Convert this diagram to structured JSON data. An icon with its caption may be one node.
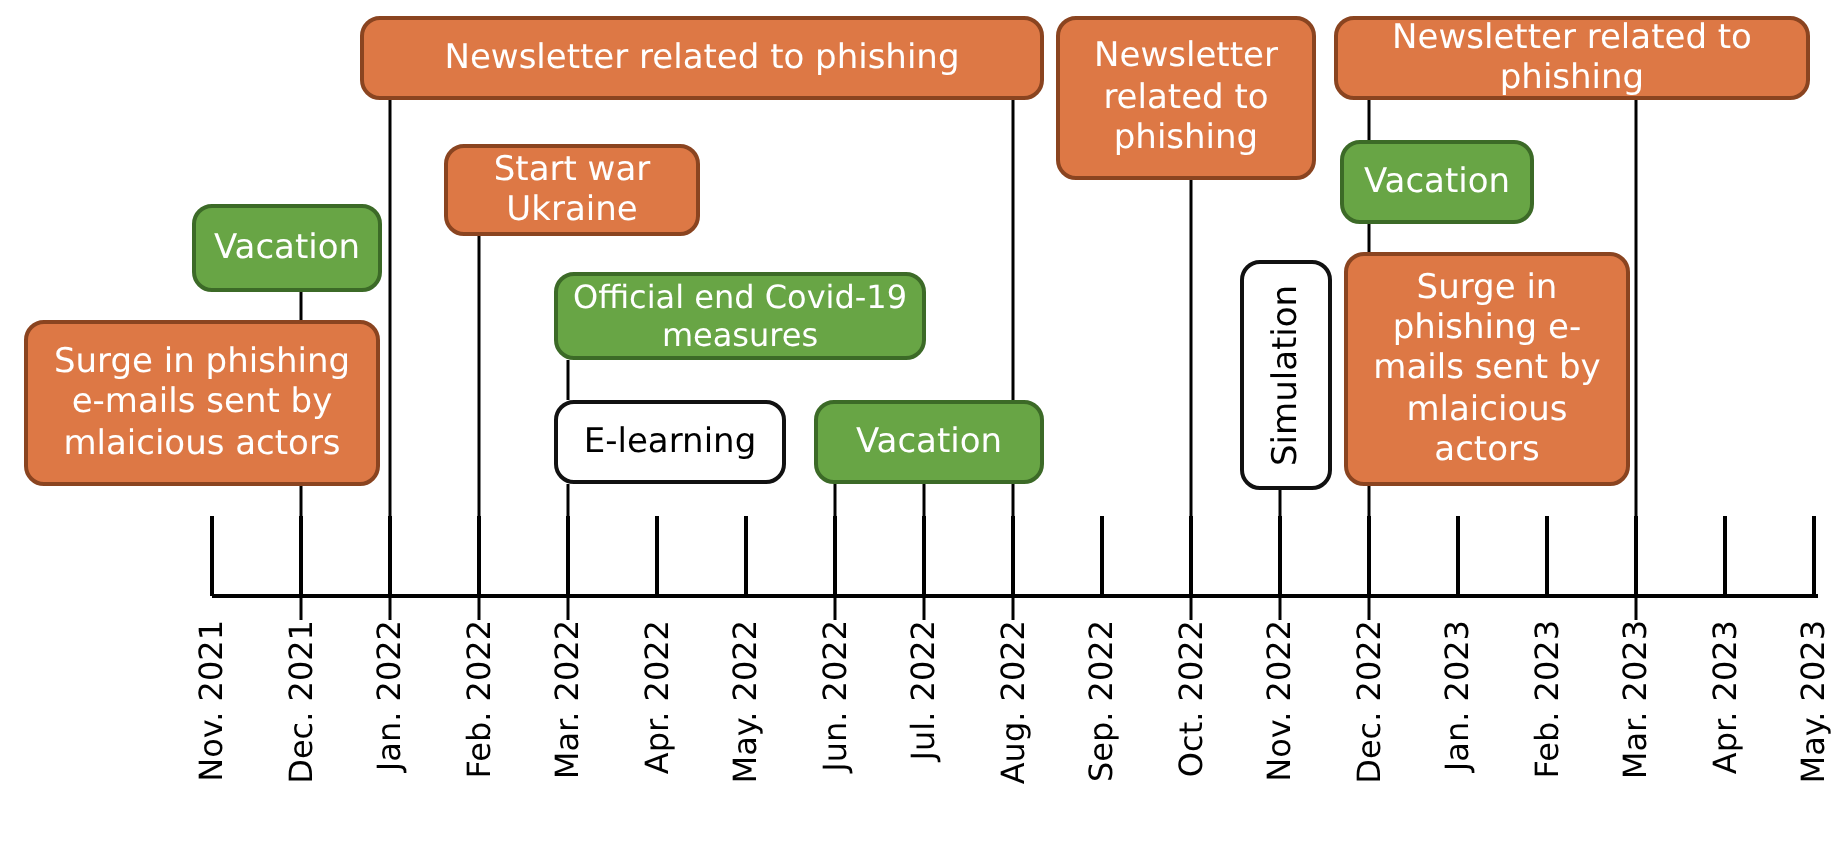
{
  "diagram": {
    "nodes": [
      {
        "text": [
          "Newsletter related to phishing"
        ]
      },
      {
        "text": [
          "Newsletter related to phishing"
        ]
      },
      {
        "text": [
          "Newsletter related to phishing"
        ]
      },
      {
        "text": [
          "Start war Ukraine"
        ]
      },
      {
        "text": [
          "Vacation"
        ]
      },
      {
        "text": [
          "Vacation"
        ]
      },
      {
        "text": [
          "Surge in phishing e-mails sent by mlaicious actors"
        ]
      },
      {
        "text": [
          "Simulation"
        ]
      },
      {
        "text": [
          "Official end Covid-19 measures"
        ]
      },
      {
        "text": [
          "Surge in phishing e-mails sent by mlaicious actors"
        ]
      },
      {
        "text": [
          "E-learning"
        ]
      },
      {
        "text": [
          "Vacation"
        ]
      },
      {
        "text": [
          "Nov. 2021"
        ]
      },
      {
        "text": [
          "Dec. 2021"
        ]
      },
      {
        "text": [
          "Jan. 2022"
        ]
      },
      {
        "text": [
          "Feb. 2022"
        ]
      },
      {
        "text": [
          "Mar. 2022"
        ]
      },
      {
        "text": [
          "Apr. 2022"
        ]
      },
      {
        "text": [
          "May. 2022"
        ]
      },
      {
        "text": [
          "Jun. 2022"
        ]
      },
      {
        "text": [
          "Jul. 2022"
        ]
      },
      {
        "text": [
          "Aug. 2022"
        ]
      },
      {
        "text": [
          "Sep. 2022"
        ]
      },
      {
        "text": [
          "Oct. 2022"
        ]
      },
      {
        "text": [
          "Nov. 2022"
        ]
      },
      {
        "text": [
          "Dec. 2022"
        ]
      },
      {
        "text": [
          "Jan. 2023"
        ]
      },
      {
        "text": [
          "Feb. 2023"
        ]
      },
      {
        "text": [
          "Mar. 2023"
        ]
      },
      {
        "text": [
          "Apr. 2023"
        ]
      },
      {
        "text": [
          "May. 2023"
        ]
      }
    ],
    "edges": [
      {
        "from": 0,
        "to": 14,
        "arrow": "none"
      },
      {
        "from": 0,
        "to": 11,
        "arrow": "none"
      },
      {
        "from": 1,
        "to": 23,
        "arrow": "none"
      },
      {
        "from": 2,
        "to": 4,
        "arrow": "none"
      },
      {
        "from": 2,
        "to": 28,
        "arrow": "none"
      },
      {
        "from": 3,
        "to": 15,
        "arrow": "none"
      },
      {
        "from": 4,
        "to": 6,
        "arrow": "none"
      },
      {
        "from": 5,
        "to": 9,
        "arrow": "none"
      },
      {
        "from": 6,
        "to": 25,
        "arrow": "none"
      },
      {
        "from": 7,
        "to": 24,
        "arrow": "none"
      },
      {
        "from": 8,
        "to": 10,
        "arrow": "none"
      },
      {
        "from": 9,
        "to": 13,
        "arrow": "none"
      },
      {
        "from": 10,
        "to": 16,
        "arrow": "none"
      },
      {
        "from": 11,
        "to": 19,
        "arrow": "none"
      },
      {
        "from": 11,
        "to": 20,
        "arrow": "none"
      },
      {
        "from": 11,
        "to": 21,
        "arrow": "none"
      }
    ]
  }
}
